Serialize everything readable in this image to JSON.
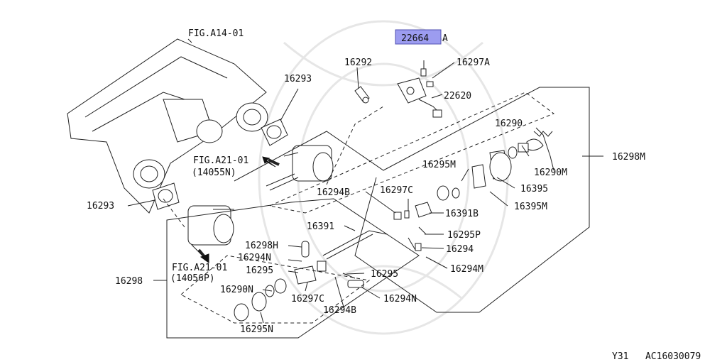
{
  "highlight_color": "#9c9cf0",
  "callouts": {
    "fig_a14_01": "FIG.A14-01",
    "p16292": "16292",
    "p22664a_highlight": "22664",
    "p22664a_suffix": "A",
    "p16297a": "16297A",
    "p22620": "22620",
    "p16293_top": "16293",
    "p16293_left": "16293",
    "fig_a21_01_top": "FIG.A21-01",
    "p14055n": "(14055N)",
    "p16290": "16290",
    "p16290m": "16290M",
    "p16298m": "16298M",
    "p16295m": "16295M",
    "p16395": "16395",
    "p16395m": "16395M",
    "p16294b_top": "16294B",
    "p16297c_top": "16297C",
    "p16391b": "16391B",
    "p16391": "16391",
    "p16295p": "16295P",
    "p16294": "16294",
    "p16294m": "16294M",
    "p16298h": "16298H",
    "p16294n_left": "16294N",
    "fig_a21_01_bottom": "FIG.A21-01",
    "p16295_left": "16295",
    "p14056p": "(14056P)",
    "p16295_right": "16295",
    "p16298": "16298",
    "p16290n": "16290N",
    "p16294n_right": "16294N",
    "p16297c_bottom": "16297C",
    "p16294b_bottom": "16294B",
    "p16295n": "16295N"
  },
  "footer": {
    "code": "Y31   AC16030079"
  }
}
